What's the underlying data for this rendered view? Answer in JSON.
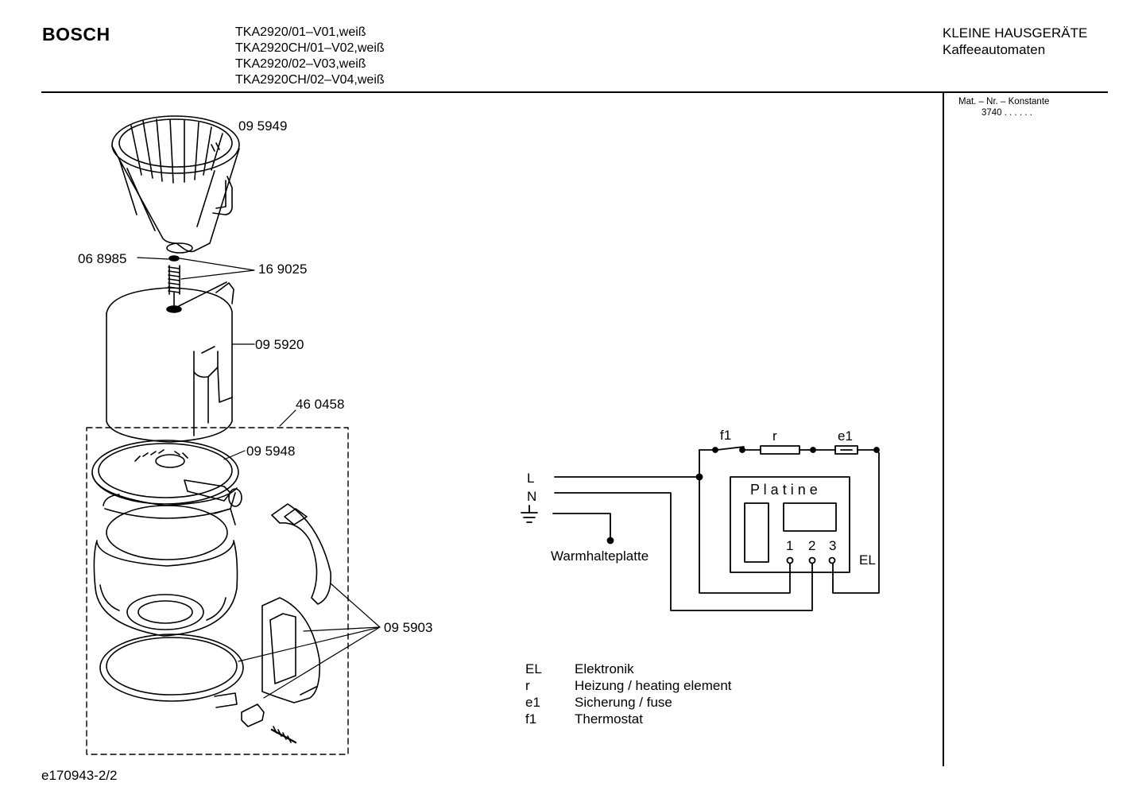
{
  "header": {
    "brand": "BOSCH",
    "models": [
      "TKA2920/01–V01,weiß",
      "TKA2920CH/01–V02,weiß",
      "TKA2920/02–V03,weiß",
      "TKA2920CH/02–V04,weiß"
    ],
    "category": "KLEINE HAUSGERÄTE",
    "subcategory": "Kaffeeautomaten"
  },
  "sidebar": {
    "mat_label": "Mat. – Nr. – Konstante",
    "mat_value": "3740  .  .   .  .  .  ."
  },
  "parts": {
    "filter": "09 5949",
    "gasket": "06 8985",
    "spring": "16 9025",
    "tank": "09 5920",
    "set": "46 0458",
    "lid": "09 5948",
    "handle": "09 5903"
  },
  "circuit": {
    "L": "L",
    "N": "N",
    "f1": "f1",
    "r": "r",
    "e1": "e1",
    "board": "P l a t i n e",
    "t1": "1",
    "t2": "2",
    "t3": "3",
    "EL": "EL",
    "warmplate": "Warmhalteplatte"
  },
  "legend": [
    {
      "key": "EL",
      "text": "Elektronik"
    },
    {
      "key": "r",
      "text": "Heizung / heating element"
    },
    {
      "key": "e1",
      "text": "Sicherung / fuse"
    },
    {
      "key": "f1",
      "text": "Thermostat"
    }
  ],
  "footer": "e170943-2/2"
}
